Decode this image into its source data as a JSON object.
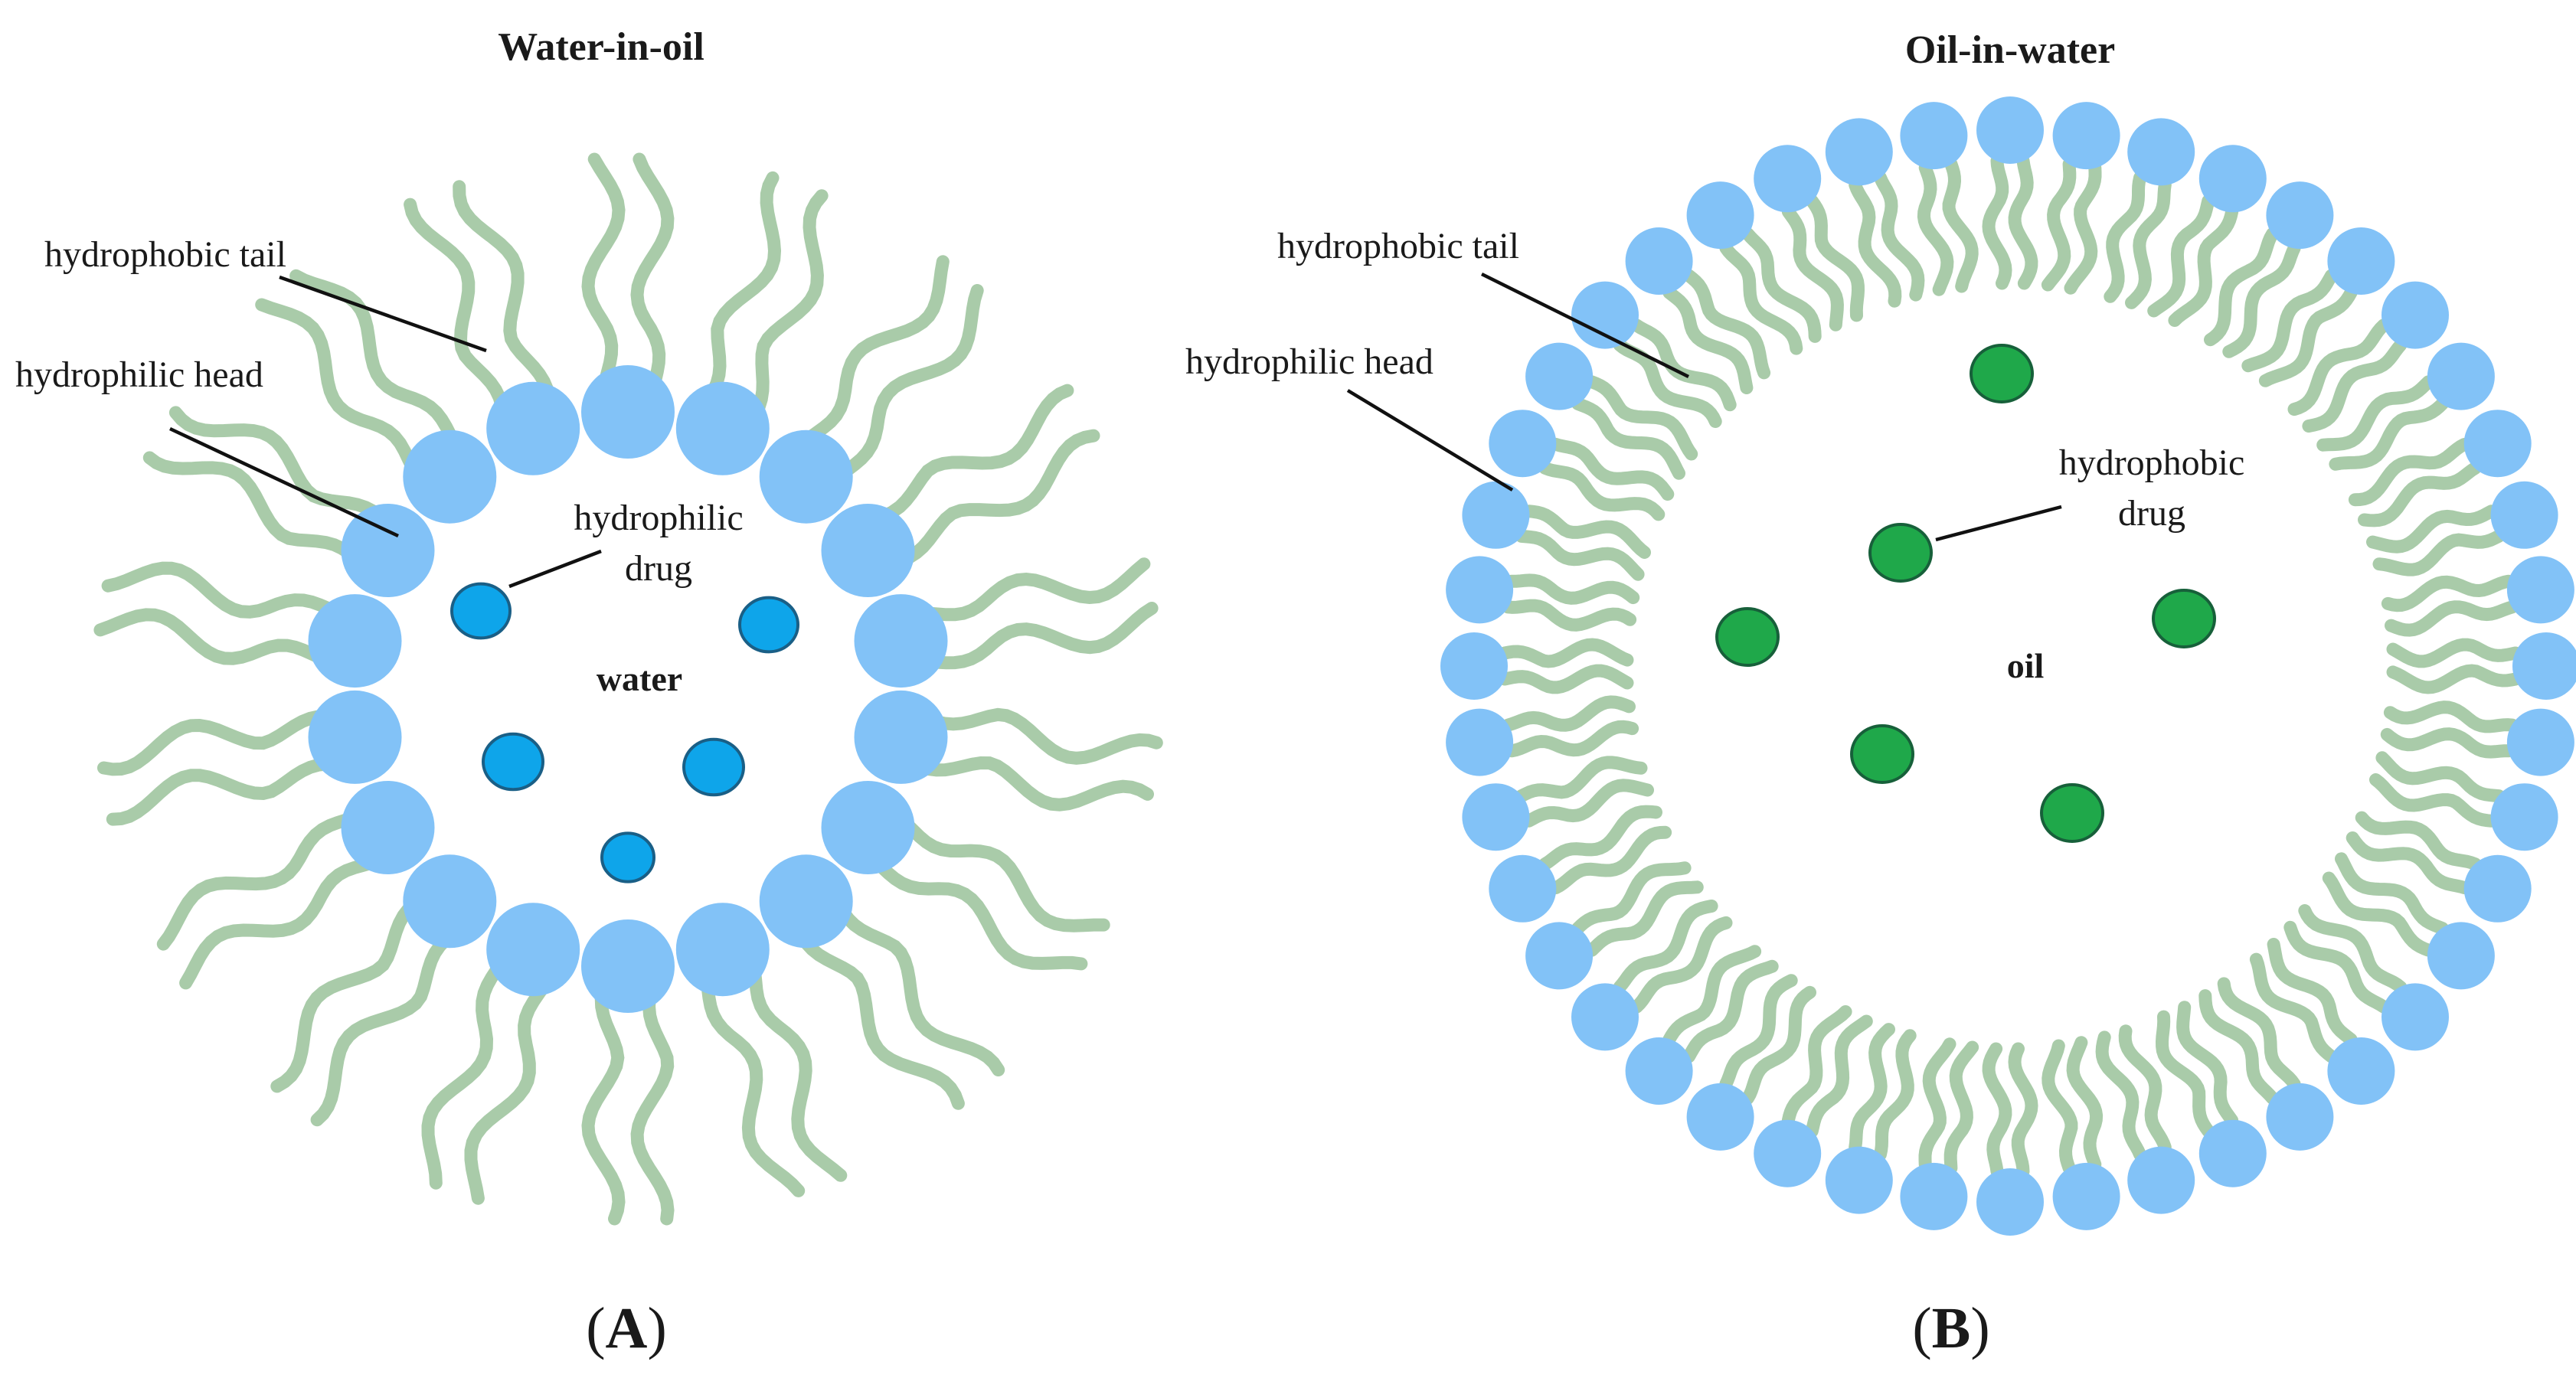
{
  "colors": {
    "tail": "#a9cba9",
    "head": "#82c2f7",
    "hydrophilic_drug": "#0ea5ea",
    "hydrophilic_drug_stroke": "#1a5f86",
    "hydrophobic_drug": "#1fa84a",
    "hydrophobic_drug_stroke": "#17603a",
    "text": "#1a1a1a"
  },
  "panel_a": {
    "title": "Water-in-oil",
    "tail_label": "hydrophobic tail",
    "head_label": "hydrophilic head",
    "drug_label_line1": "hydrophilic",
    "drug_label_line2": "drug",
    "core_label": "water",
    "tag_open": "(",
    "tag_letter": "A",
    "tag_close": ")"
  },
  "panel_b": {
    "title": "Oil-in-water",
    "tail_label": "hydrophobic tail",
    "head_label": "hydrophilic head",
    "drug_label_line1": "hydrophobic",
    "drug_label_line2": "drug",
    "core_label": "oil",
    "tag_open": "(",
    "tag_letter": "B",
    "tag_close": ")"
  }
}
